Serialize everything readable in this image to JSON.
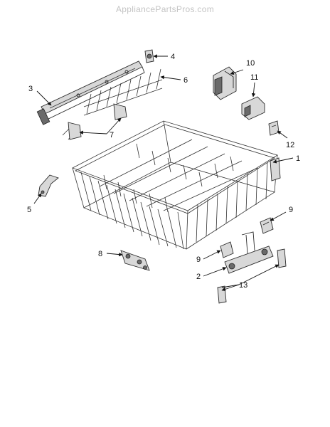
{
  "watermark": "AppliancePartsPros.com",
  "callouts": [
    {
      "id": "1",
      "label": "1"
    },
    {
      "id": "2",
      "label": "2"
    },
    {
      "id": "3",
      "label": "3"
    },
    {
      "id": "4",
      "label": "4"
    },
    {
      "id": "5",
      "label": "5"
    },
    {
      "id": "6",
      "label": "6"
    },
    {
      "id": "7",
      "label": "7"
    },
    {
      "id": "8",
      "label": "8"
    },
    {
      "id": "9a",
      "label": "9"
    },
    {
      "id": "9b",
      "label": "9"
    },
    {
      "id": "10",
      "label": "10"
    },
    {
      "id": "11",
      "label": "11"
    },
    {
      "id": "12",
      "label": "12"
    },
    {
      "id": "13",
      "label": "13"
    }
  ]
}
